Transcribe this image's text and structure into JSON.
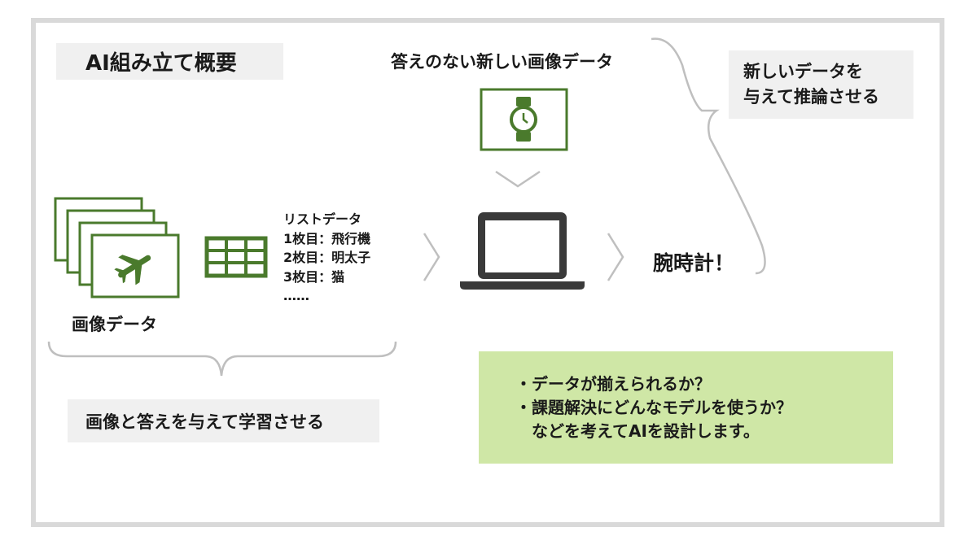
{
  "title": "AI組み立て概要",
  "new_data_label": "答えのない新しい画像データ",
  "infer_label": "新しいデータを\n与えて推論させる",
  "image_data_label": "画像データ",
  "list_data": {
    "title": "リストデータ",
    "items": [
      "1枚目：飛行機",
      "2枚目：明太子",
      "3枚目：猫",
      "……"
    ]
  },
  "result_label": "腕時計！",
  "learn_label": "画像と答えを与えて学習させる",
  "notes": [
    "・データが揃えられるか？",
    "・課題解決にどんなモデルを使うか？",
    "　などを考えてAIを設計します。"
  ],
  "colors": {
    "accent_green": "#4a7a2c",
    "note_bg": "#cfe7a6",
    "label_bg": "#f0f0f0",
    "frame": "#d9d9d9",
    "arrow": "#bfbfbf",
    "laptop": "#3a3a3a"
  },
  "icons": [
    "airplane-icon",
    "grid-table-icon",
    "wristwatch-icon",
    "laptop-icon"
  ]
}
